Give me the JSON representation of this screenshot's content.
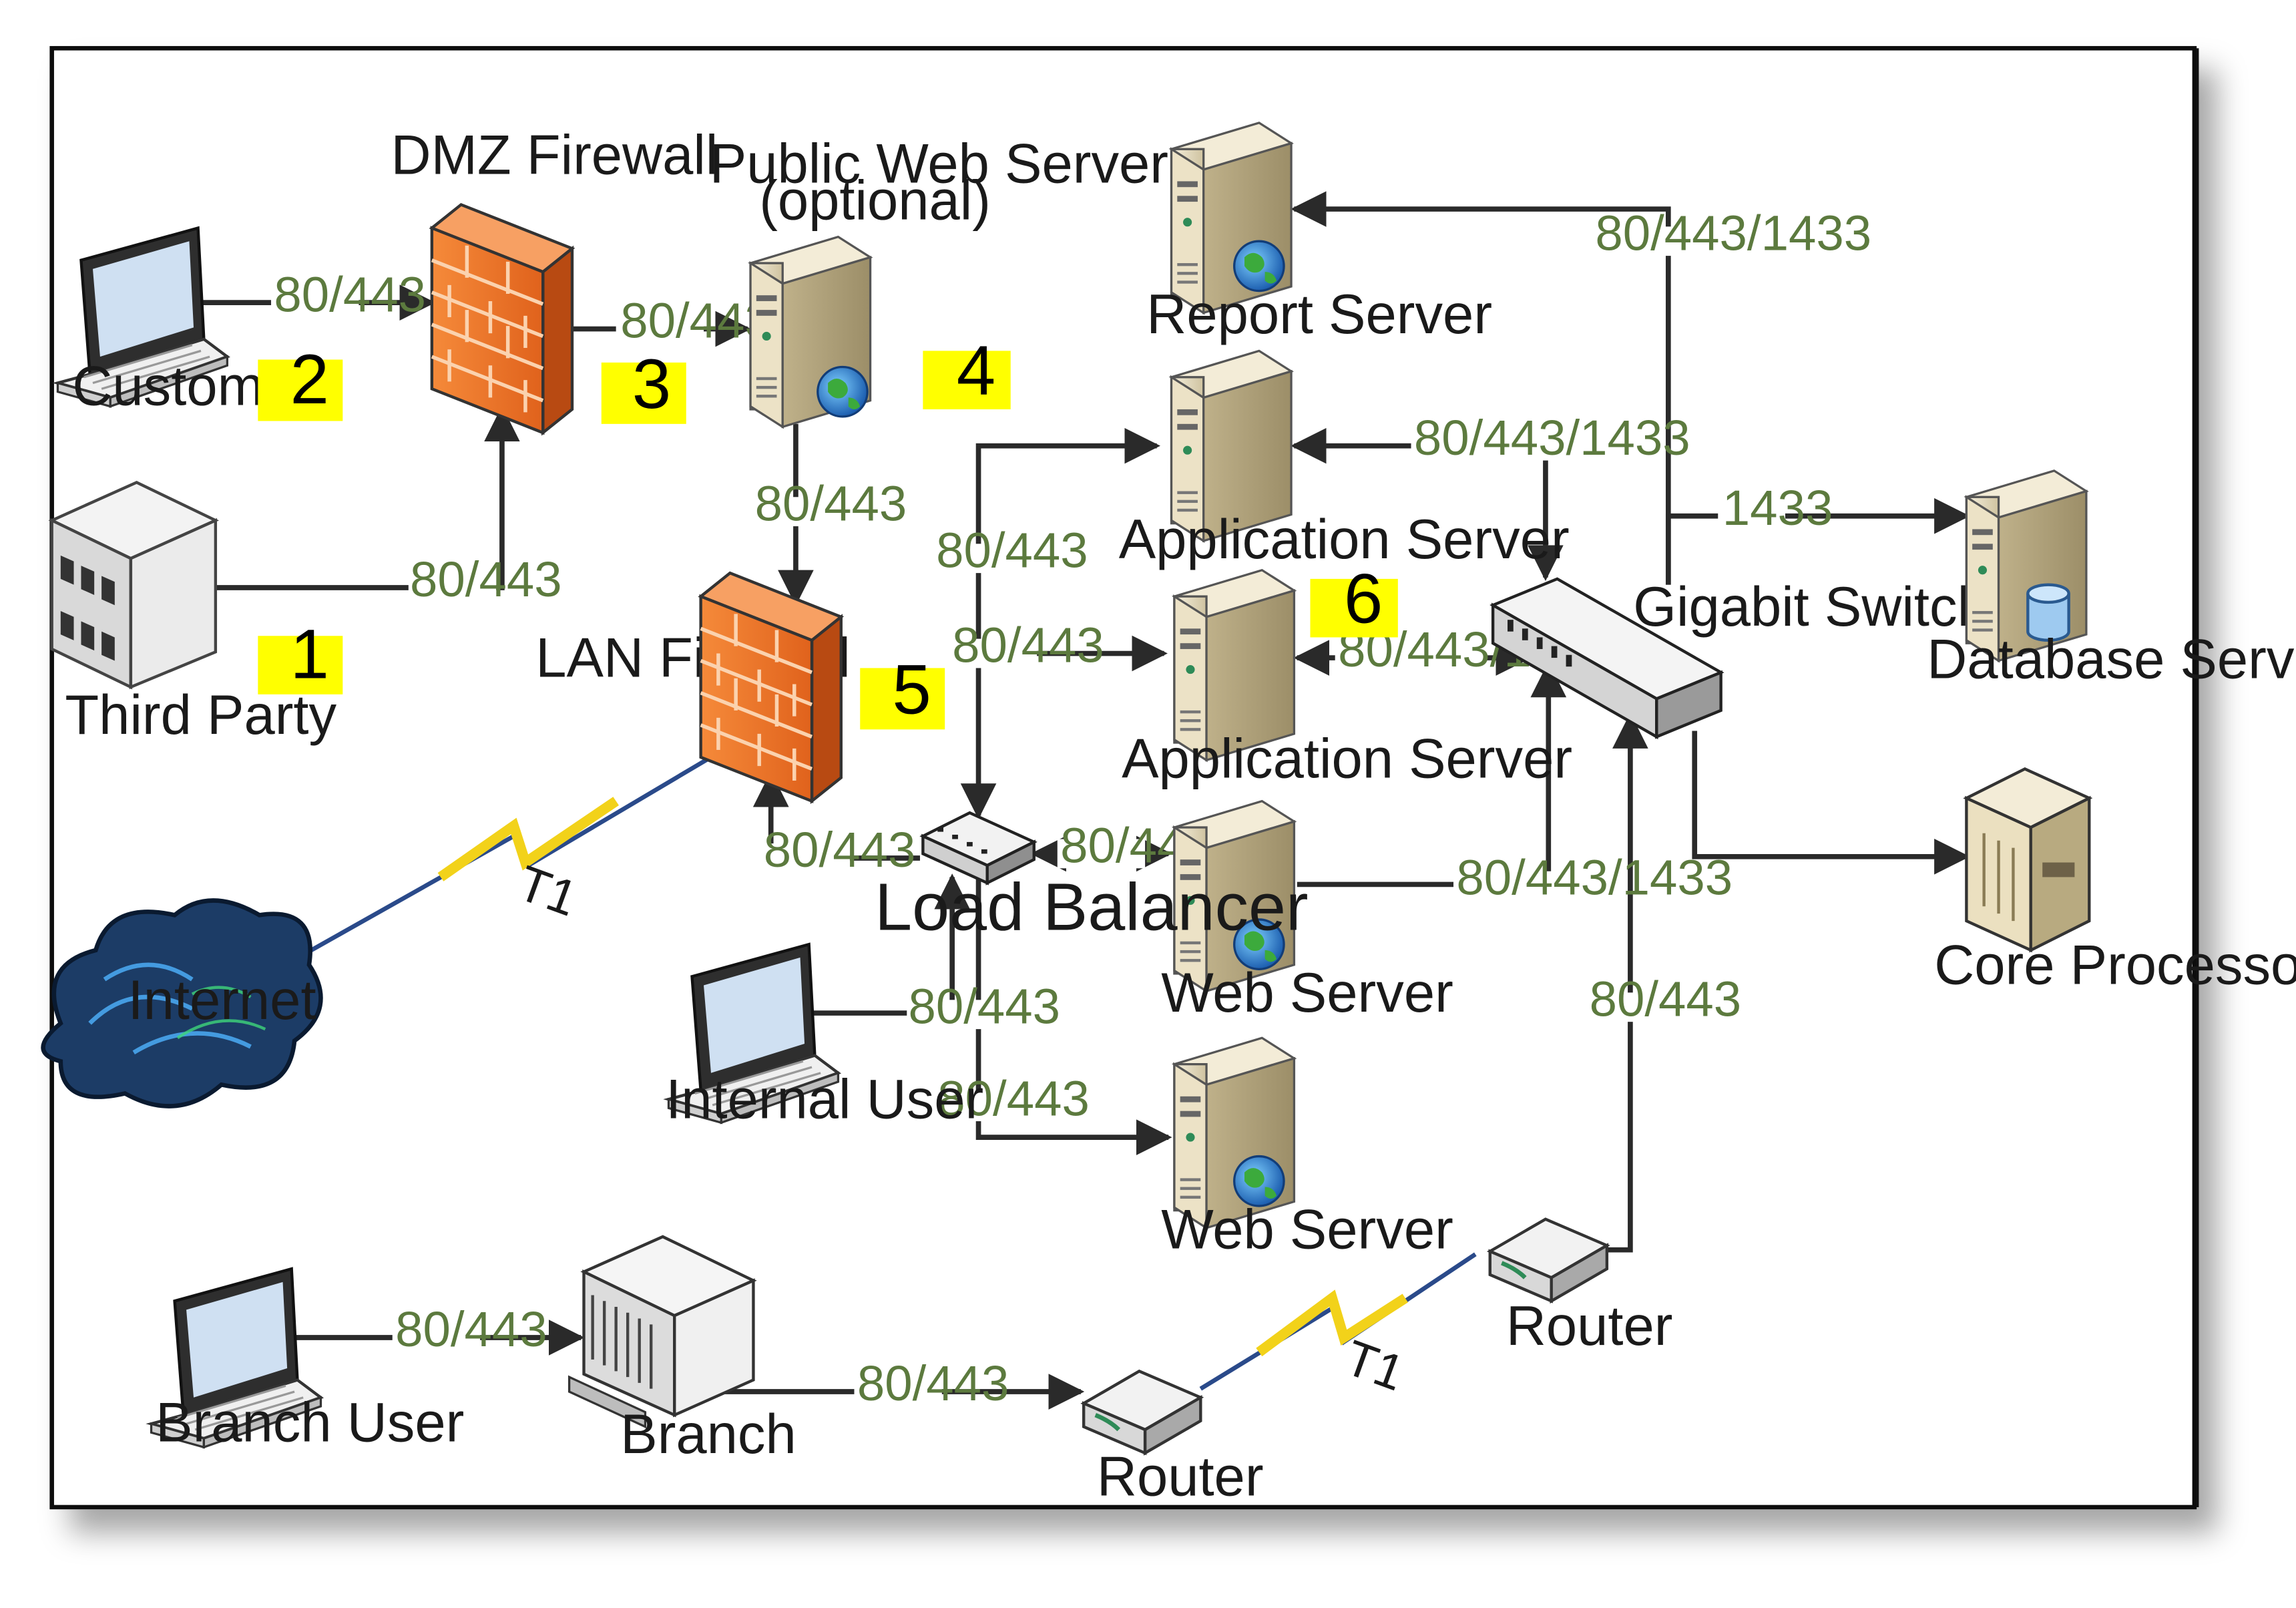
{
  "nodes": {
    "customer": "Customer",
    "third_party": "Third Party",
    "internet": "Internet",
    "dmz_firewall": "DMZ Firewall",
    "lan_firewall": "LAN Firewall",
    "public_web_server": "Public Web Server",
    "public_web_server_note": "(optional)",
    "load_balancer": "Load Balancer",
    "internal_user": "Internal User",
    "report_server": "Report Server",
    "app_server_1": "Application Server",
    "app_server_2": "Application Server",
    "web_server_1": "Web Server",
    "web_server_2": "Web Server",
    "gigabit_switch": "Gigabit Switch",
    "database_server": "Database Server",
    "core_processor": "Core Processor",
    "branch_user": "Branch User",
    "branch": "Branch",
    "router_1": "Router",
    "router_2": "Router"
  },
  "ports": {
    "customer_dmz": "80/443",
    "third_dmz": "80/443",
    "dmz_public": "80/443",
    "public_lan": "80/443",
    "lan_lb": "80/443",
    "lb_app1": "80/443",
    "lb_app2": "80/443",
    "lb_web1": "80/443",
    "lb_web2": "80/443",
    "internal_lb": "80/443",
    "switch_report": "80/443/1433",
    "switch_app1": "80/443/1433",
    "switch_app2": "80/443/1433",
    "web_switch": "80/443/1433",
    "switch_db": "1433",
    "router_switch": "80/443",
    "branchuser_branch": "80/443",
    "branch_router": "80/443"
  },
  "wan_links": {
    "internet_t1": "T1",
    "router_t1": "T1"
  },
  "badges": [
    "1",
    "2",
    "3",
    "4",
    "5",
    "6"
  ],
  "colors": {
    "badge": "#ffff00",
    "firewall": "#f07b2c",
    "port_label": "#5c7a3e",
    "server": "#e8dcc0"
  }
}
